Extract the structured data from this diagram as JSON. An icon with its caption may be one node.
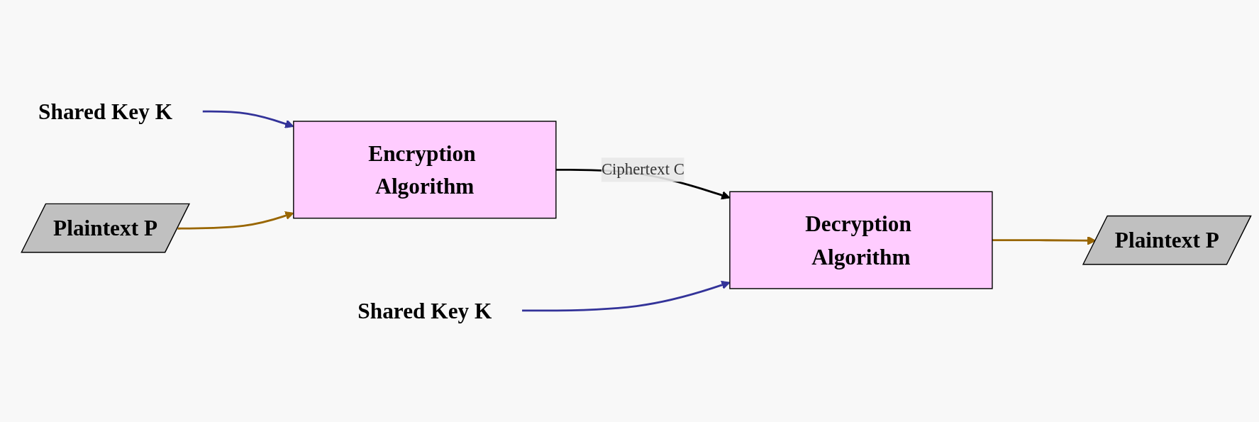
{
  "diagram": {
    "nodes": [
      {
        "text": [
          "Shared Key K"
        ]
      },
      {
        "text": [
          "Shared Key K"
        ]
      },
      {
        "text": [
          "Plaintext P"
        ]
      },
      {
        "text": [
          "Encryption Algorithm"
        ]
      },
      {
        "text": [
          "Decryption Algorithm"
        ]
      },
      {
        "text": [
          "Plaintext P"
        ]
      }
    ],
    "edges": [
      {
        "from": 0,
        "to": 3,
        "arrow": "to",
        "color": "#333399"
      },
      {
        "from": 2,
        "to": 3,
        "arrow": "to",
        "color": "#996600"
      },
      {
        "from": 3,
        "to": 4,
        "arrow": "to",
        "label": "Ciphertext C",
        "color": "#000000"
      },
      {
        "from": 1,
        "to": 4,
        "arrow": "to",
        "color": "#333399"
      },
      {
        "from": 4,
        "to": 5,
        "arrow": "to",
        "color": "#996600"
      }
    ]
  }
}
